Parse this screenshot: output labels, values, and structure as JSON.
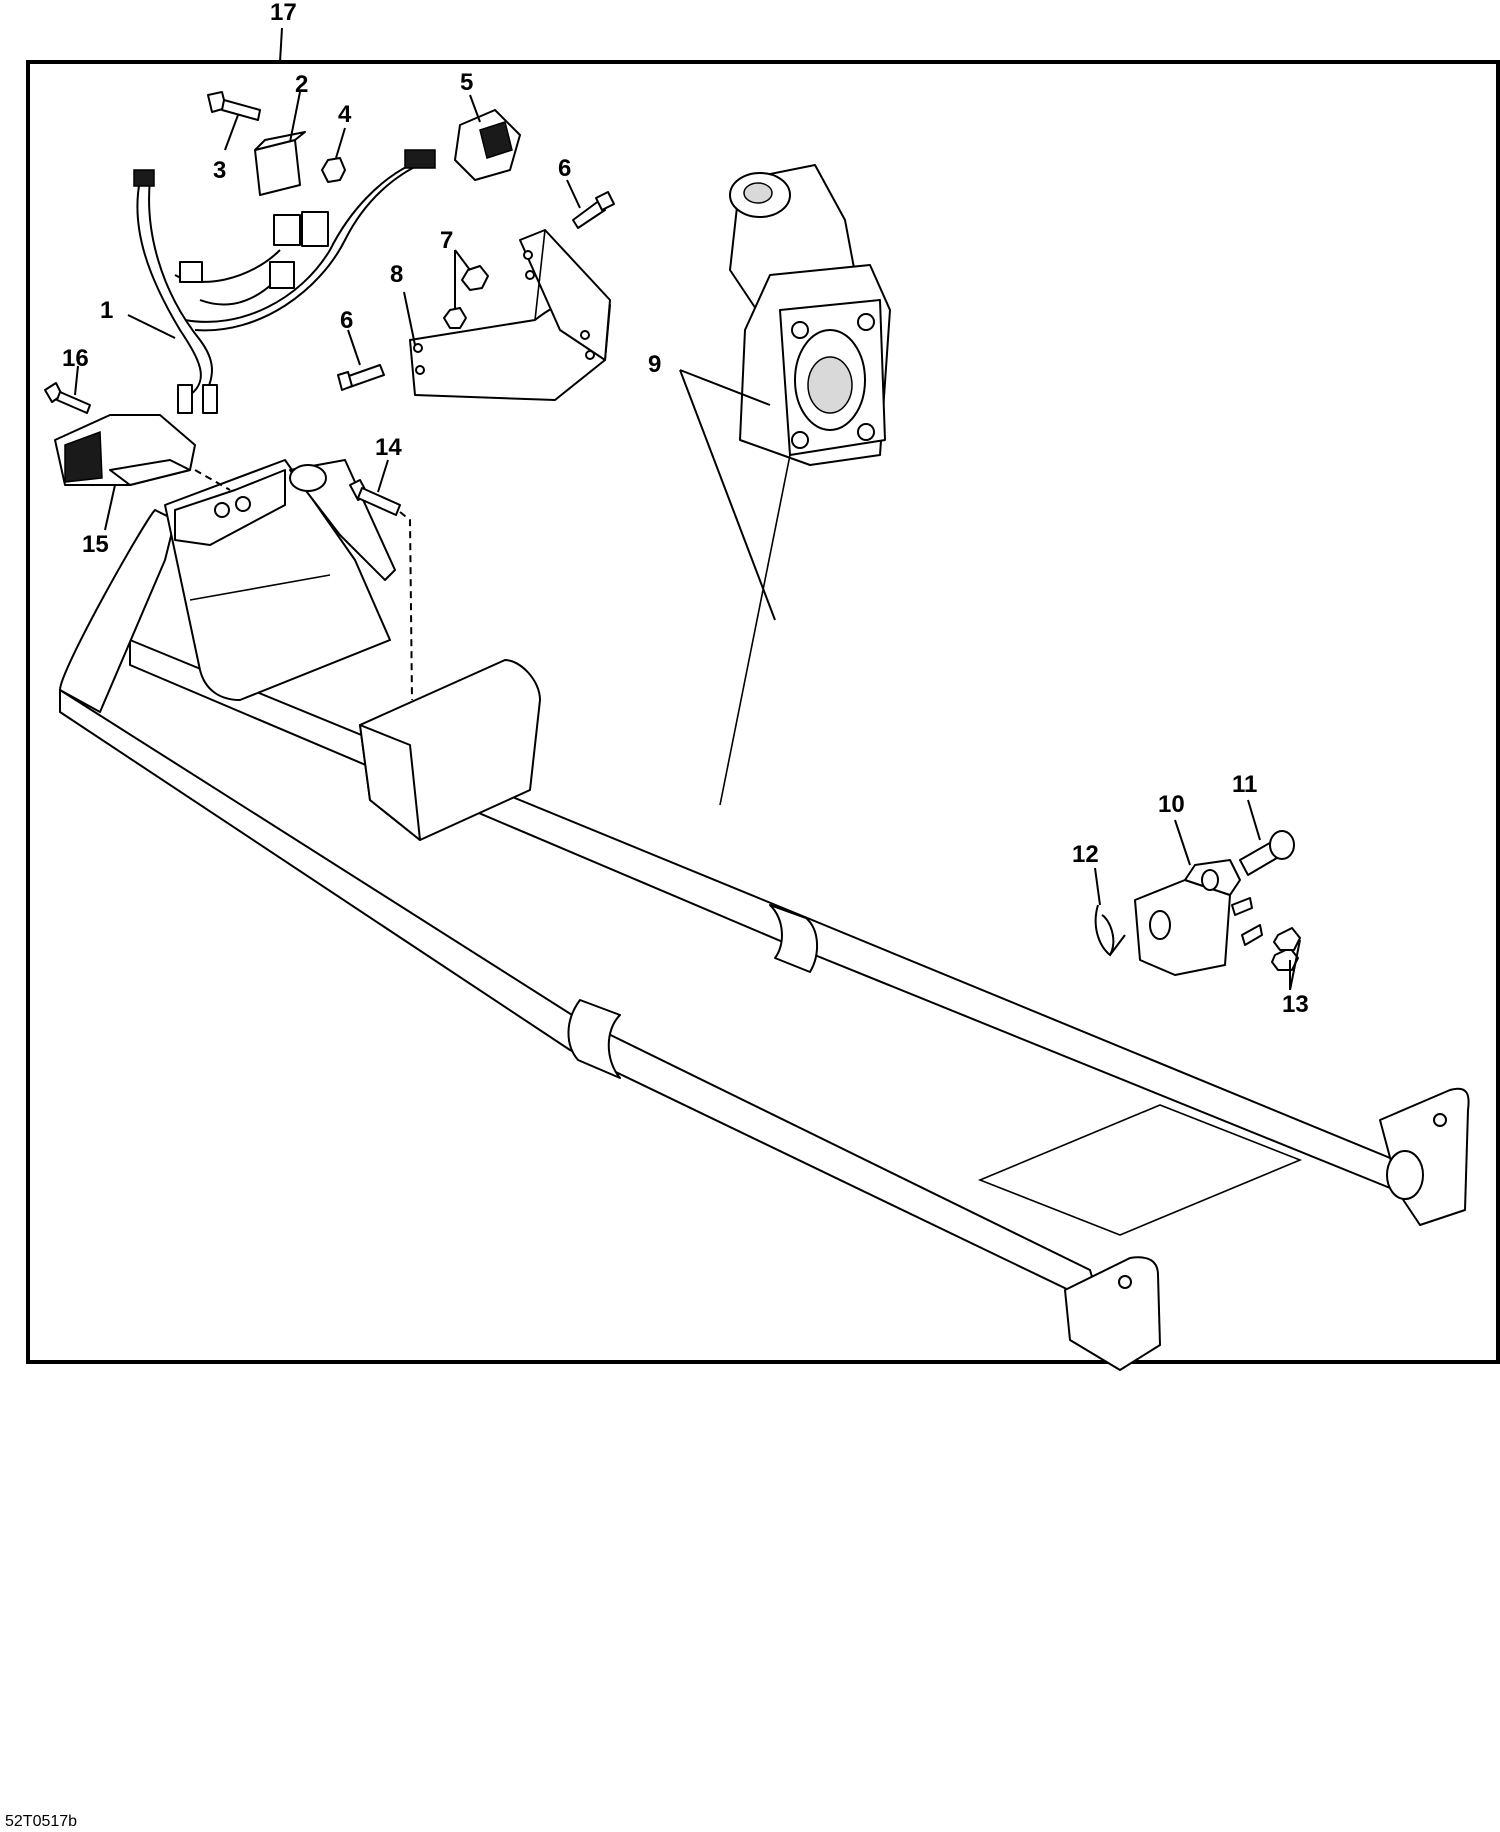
{
  "figure_id": "52T0517b",
  "assembly_callout": "17",
  "callouts": {
    "c1": "1",
    "c2": "2",
    "c3": "3",
    "c4": "4",
    "c5": "5",
    "c6a": "6",
    "c6b": "6",
    "c7": "7",
    "c8": "8",
    "c9": "9",
    "c10": "10",
    "c11": "11",
    "c12": "12",
    "c13": "13",
    "c14": "14",
    "c15": "15",
    "c16": "16"
  }
}
